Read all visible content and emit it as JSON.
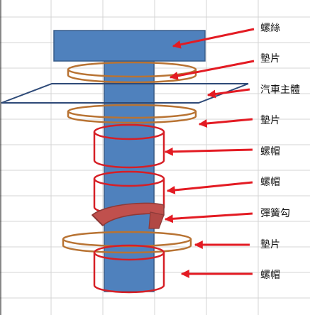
{
  "labels": {
    "screw": "螺絲",
    "washer_1": "墊片",
    "car_body": "汽車主體",
    "washer_2": "墊片",
    "nut_1": "螺帽",
    "nut_2": "螺帽",
    "spring_hook": "彈簧勾",
    "washer_3": "墊片",
    "nut_3": "螺帽"
  },
  "colors": {
    "bolt_fill": "#4f81bd",
    "bolt_stroke": "#385d8a",
    "washer_stroke": "#b87333",
    "nut_stroke": "#d61f26",
    "arrow": "#e31b23",
    "spring_fill": "#c0504d",
    "spring_dark": "#8c3a38",
    "plate_stroke": "#2e4a78",
    "grid": "#d4d4d4"
  }
}
